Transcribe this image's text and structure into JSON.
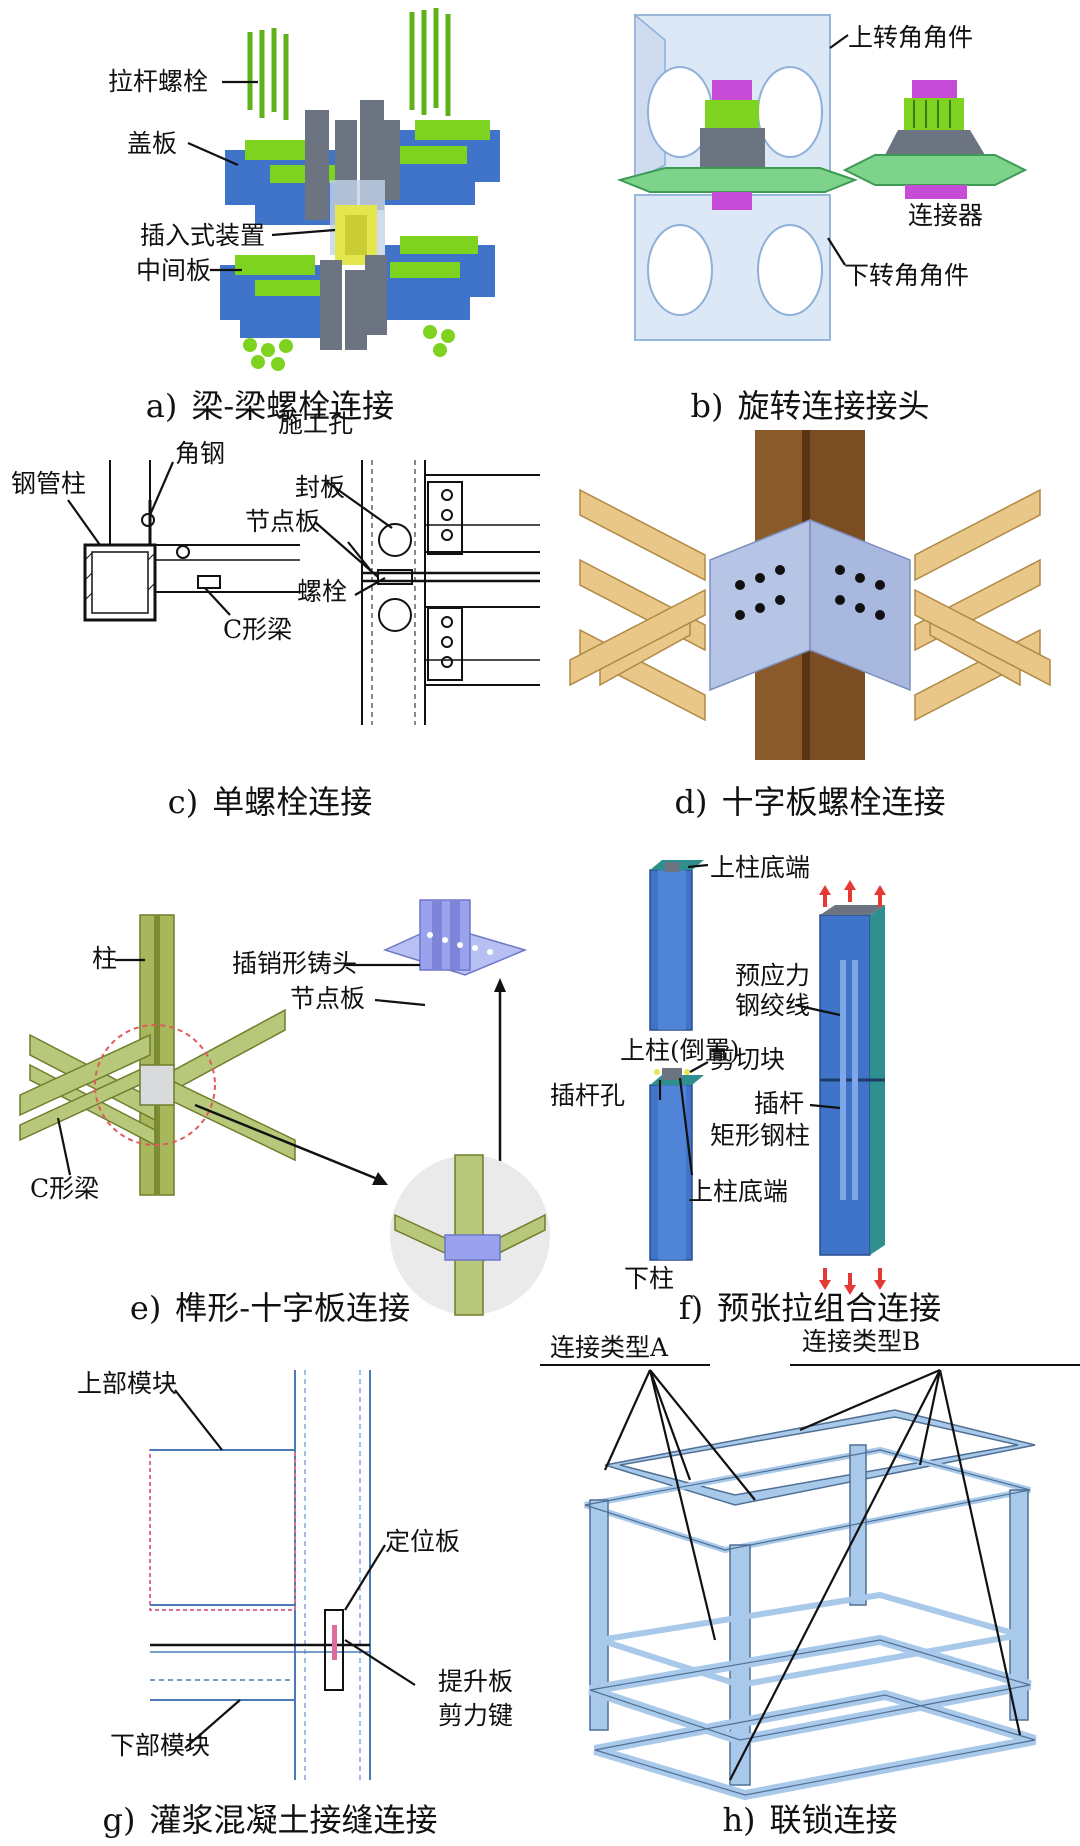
{
  "palette": {
    "green": "#7ed321",
    "blue": "#3f74c8",
    "gray": "#6c7482",
    "yellow": "#e3e64f",
    "glass": "#d9e6f5",
    "magenta": "#c64bd6",
    "brown": "#8a5a2a",
    "tan": "#e8c788",
    "olive": "#a7b85c",
    "lavender": "#9aa2ee",
    "teal": "#2f8f8f",
    "lightblue": "#a9c9ea"
  },
  "panels": {
    "a": {
      "caption_letter": "a)",
      "caption": "梁-梁螺栓连接",
      "labels": {
        "tie_rod": "拉杆螺栓",
        "cover": "盖板",
        "plugin": "插入式装置",
        "middle": "中间板"
      }
    },
    "b": {
      "caption_letter": "b)",
      "caption": "旋转连接接头",
      "labels": {
        "upper_corner": "上转角角件",
        "connector": "连接器",
        "lower_corner": "下转角角件"
      }
    },
    "c": {
      "caption_letter": "c)",
      "caption": "单螺栓连接",
      "labels": {
        "angle": "角钢",
        "tube_column": "钢管柱",
        "c_beam": "C形梁",
        "hole": "施工孔",
        "seal": "封板",
        "node_plate": "节点板",
        "bolt": "螺栓"
      }
    },
    "d": {
      "caption_letter": "d)",
      "caption": "十字板螺栓连接"
    },
    "e": {
      "caption_letter": "e)",
      "caption": "榫形-十字板连接",
      "labels": {
        "column": "柱",
        "pin_head": "插销形铸头",
        "node_plate": "节点板",
        "c_beam": "C形梁"
      }
    },
    "f": {
      "caption_letter": "f)",
      "caption": "预张拉组合连接",
      "labels": {
        "upper_bottom_1": "上柱底端",
        "upper_inverted": "上柱(倒置)",
        "shear_block": "剪切块",
        "rod_hole": "插杆孔",
        "upper_bottom_2": "上柱底端",
        "lower_column": "下柱",
        "prestress_1": "预应力",
        "prestress_2": "钢绞线",
        "rod": "插杆",
        "rect_column": "矩形钢柱"
      }
    },
    "g": {
      "caption_letter": "g)",
      "caption": "灌浆混凝土接缝连接",
      "labels": {
        "upper_module": "上部模块",
        "locating_plate": "定位板",
        "lifting_1": "提升板",
        "lifting_2": "剪力键",
        "lower_module": "下部模块"
      }
    },
    "h": {
      "caption_letter": "h)",
      "caption": "联锁连接",
      "labels": {
        "type_a": "连接类型A",
        "type_b": "连接类型B"
      }
    }
  }
}
